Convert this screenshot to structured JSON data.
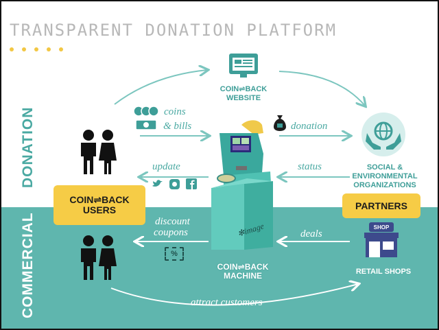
{
  "title": "TRANSPARENT DONATION PLATFORM",
  "sections": {
    "donation": "DONATION",
    "commercial": "COMMERCIAL"
  },
  "website": {
    "line1": "COIN⇌BACK",
    "line2": "WEBSITE"
  },
  "machine": {
    "line1": "COIN⇌BACK",
    "line2": "MACHINE",
    "watermark": "image"
  },
  "users": {
    "line1": "COIN⇌BACK",
    "line2": "USERS"
  },
  "partners": "PARTNERS",
  "organizations": {
    "line1": "SOCIAL &",
    "line2": "ENVIRONMENTAL",
    "line3": "ORGANIZATIONS"
  },
  "retail": "RETAIL SHOPS",
  "shop_sign": "SHOP",
  "flows": {
    "coins": "coins",
    "bills": "& bills",
    "update": "update",
    "donation": "donation",
    "status": "status",
    "discount": "discount",
    "coupons": "coupons",
    "deals": "deals",
    "attract": "attract customers"
  },
  "coupon_symbol": "%",
  "colors": {
    "teal": "#5fb6ae",
    "teal_dark": "#3e9e98",
    "yellow": "#f6cc46",
    "title_gray": "#b8b8b8"
  },
  "icons": [
    "website-icon",
    "coins-icon",
    "bills-icon",
    "money-bag-icon",
    "twitter-icon",
    "instagram-icon",
    "facebook-icon",
    "globe-hands-icon",
    "shop-icon",
    "coupon-icon",
    "people-icon"
  ]
}
